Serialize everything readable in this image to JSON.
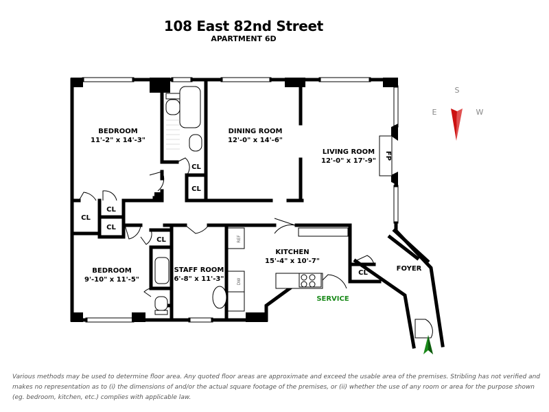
{
  "header": {
    "title": "108 East 82nd Street",
    "subtitle": "APARTMENT 6D"
  },
  "rooms": {
    "bedroom1": {
      "name": "BEDROOM",
      "dims": "11'-2\" x 14'-3\""
    },
    "dining": {
      "name": "DINING ROOM",
      "dims": "12'-0\" x 14'-6\""
    },
    "living": {
      "name": "LIVING ROOM",
      "dims": "12'-0\" x 17'-9\""
    },
    "bedroom2": {
      "name": "BEDROOM",
      "dims": "9'-10\" x 11'-5\""
    },
    "staff": {
      "name": "STAFF ROOM",
      "dims": "6'-8\" x 11'-3\""
    },
    "kitchen": {
      "name": "KITCHEN",
      "dims": "15'-4\" x 10'-7\""
    },
    "foyer": {
      "name": "FOYER"
    }
  },
  "labels": {
    "closet": "CL",
    "fireplace": "FP",
    "refrigerator": "REF",
    "dishwasher": "DW",
    "service": "SERVICE"
  },
  "compass": {
    "north_top": "S",
    "left": "E",
    "right": "W"
  },
  "colors": {
    "compass_red": "#cc1111",
    "entry_green": "#1a8a1a",
    "service_green": "#1a8a1a"
  },
  "disclaimer": "Various methods may be used to determine floor area. Any quoted floor areas are approximate and exceed the usable area of the premises. Stribling has not verified and makes no representation as to (i) the dimensions of and/or the actual square footage of the premises, or (ii) whether the use of any room or area for the purpose shown (eg. bedroom, kitchen, etc.) complies with applicable law."
}
